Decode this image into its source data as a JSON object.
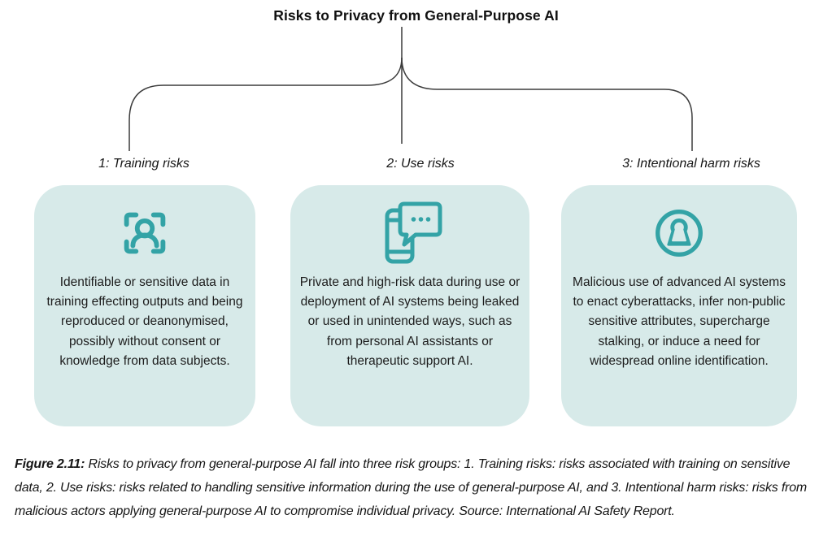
{
  "title": "Risks to Privacy from General-Purpose AI",
  "branches": [
    {
      "label": "1: Training risks",
      "icon": "face-scan-icon",
      "description": "Identifiable or sensitive data in training effecting outputs and being reproduced or deanonymised, possibly without consent or knowledge from data subjects."
    },
    {
      "label": "2: Use risks",
      "icon": "phone-chat-icon",
      "description": "Private and high-risk data during use or deployment of AI systems being leaked or used in unintended ways, such as from personal AI assistants or therapeutic support AI."
    },
    {
      "label": "3: Intentional harm risks",
      "icon": "keyhole-icon",
      "description": "Malicious use of advanced AI systems to enact cyberattacks, infer non-public sensitive attributes, supercharge stalking, or induce a need for widespread online identification."
    }
  ],
  "caption": {
    "label": "Figure 2.11:",
    "text": " Risks to privacy from general-purpose AI fall into three risk groups: 1. Training risks: risks associated with training on sensitive data, 2. Use risks: risks related to handling sensitive information during the use of general-purpose AI, and 3. Intentional harm risks: risks from malicious actors applying general-purpose AI to compromise individual privacy. Source: International AI Safety Report."
  },
  "colors": {
    "card_background": "#d7eae9",
    "icon_teal": "#33a3a6",
    "connector_line": "#3c3c3c",
    "text": "#1c1c1c"
  }
}
